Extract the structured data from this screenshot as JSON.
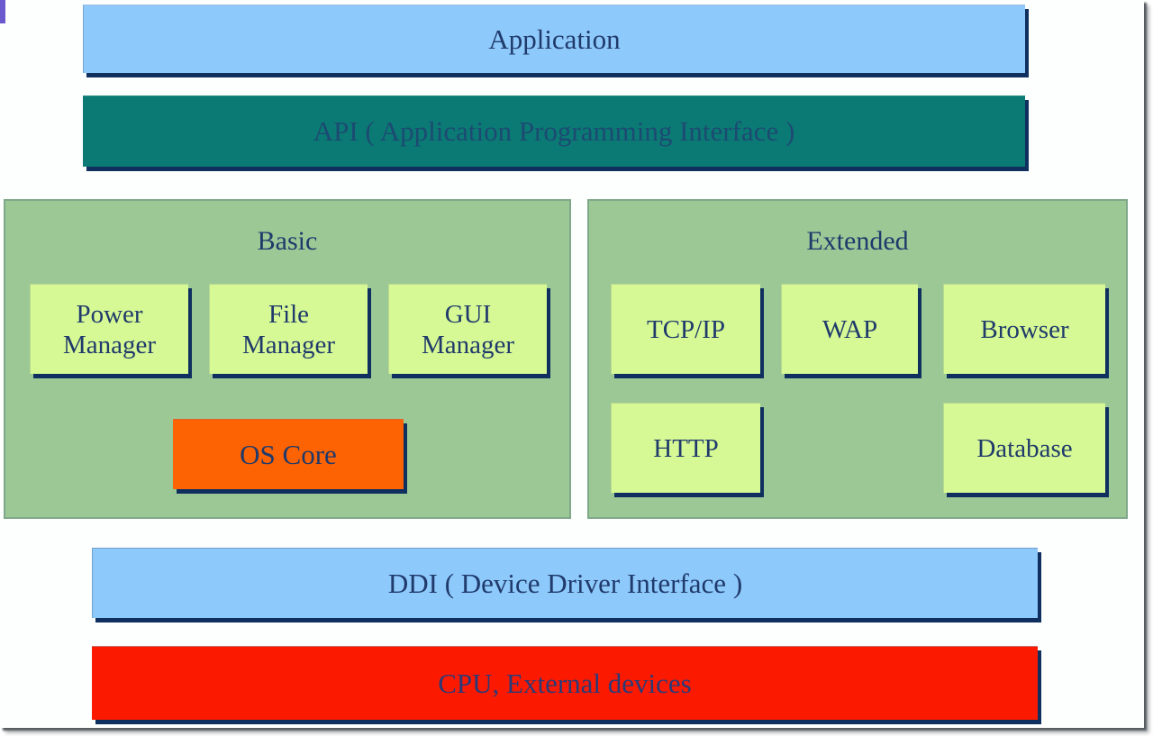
{
  "diagram": {
    "title": "OS layered architecture",
    "layers": {
      "application": {
        "label": "Application",
        "color": "#8ec9fb"
      },
      "api": {
        "label": "API ( Application Programming Interface )",
        "color": "#0b7a74"
      },
      "ddi": {
        "label": "DDI ( Device Driver Interface )",
        "color": "#8ec9fb"
      },
      "cpu": {
        "label": "CPU,  External devices",
        "color": "#fb1a00"
      }
    },
    "basic": {
      "title": "Basic",
      "color": "#9cc896",
      "modules": [
        {
          "line1": "Power",
          "line2": "Manager"
        },
        {
          "line1": "File",
          "line2": "Manager"
        },
        {
          "line1": "GUI",
          "line2": "Manager"
        }
      ],
      "core": {
        "label": "OS  Core",
        "color": "#fd6303"
      }
    },
    "extended": {
      "title": "Extended",
      "color": "#9cc896",
      "modules": [
        {
          "label": "TCP/IP"
        },
        {
          "label": "WAP"
        },
        {
          "label": "Browser"
        },
        {
          "label": "HTTP"
        },
        {
          "label": "Database"
        }
      ]
    },
    "module_color": "#d7f995",
    "text_color": "#1f3a6b",
    "shadow_color": "#0f2f5f"
  }
}
